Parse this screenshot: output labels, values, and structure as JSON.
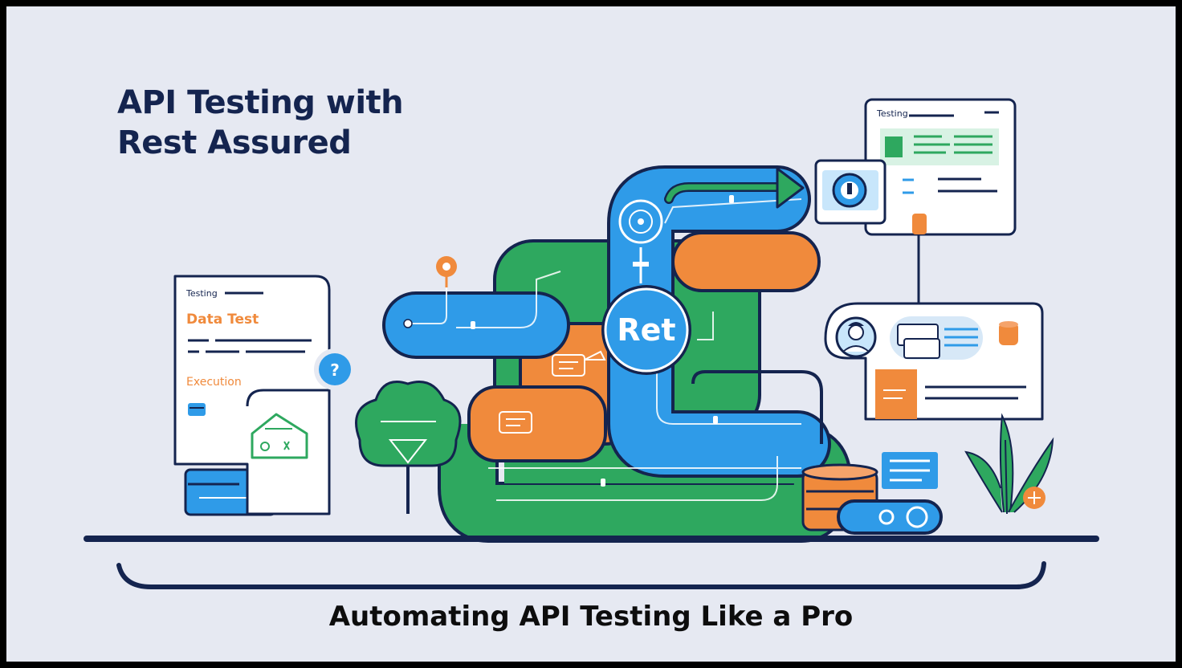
{
  "title_line1": "API Testing with",
  "title_line2": "Rest Assured",
  "subtitle": "Automating API Testing Like a Pro",
  "left_card": {
    "header": "Testing",
    "heading1": "Data Test",
    "heading2": "Execution"
  },
  "top_card": {
    "header": "Testing"
  },
  "center_node": {
    "label": "Ret"
  },
  "help_badge": {
    "label": "?"
  },
  "colors": {
    "background": "#e6e9f2",
    "navy": "#14244f",
    "blue": "#2f9be8",
    "green": "#2ea85f",
    "orange": "#f08a3c"
  },
  "icons": [
    "question-icon",
    "location-pin-icon",
    "avatar-icon",
    "database-icon",
    "toggle-icon",
    "tree-icon",
    "plant-icon",
    "arrow-right-icon"
  ]
}
